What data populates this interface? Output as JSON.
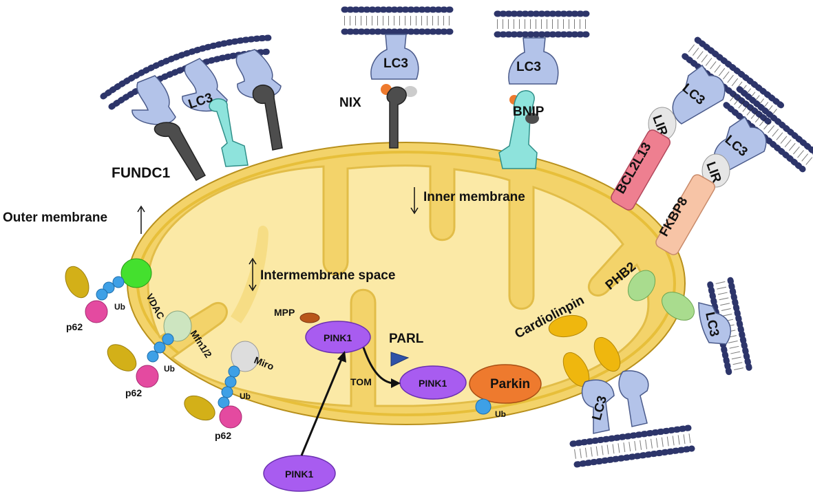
{
  "labels": {
    "fundc1": "FUNDC1",
    "outer_membrane": "Outer membrane",
    "inner_membrane": "Inner membrane",
    "intermembrane_space": "Intermembrane space",
    "nix": "NIX",
    "bnip": "BNIP",
    "lc3": "LC3",
    "lir": "LIR",
    "bcl2l13": "BCL2L13",
    "fkbp8": "FKBP8",
    "phb2": "PHB2",
    "cardiolipin": "Cardiolinpin",
    "vdac": "VDAC",
    "mfn": "Mfn1/2",
    "miro": "Miro",
    "ub": "Ub",
    "p62": "p62",
    "mpp": "MPP",
    "parl": "PARL",
    "tom": "TOM",
    "pink1": "PINK1",
    "parkin": "Parkin"
  },
  "colors": {
    "outer_membrane": "#f3d36a",
    "matrix": "#fbe9a6",
    "membrane_edge": "#b8901c",
    "lc3": "#b3c3e9",
    "lc3_edge": "#4a5a8a",
    "receptor_dark": "#4d4d4d",
    "receptor_teal": "#8ee3dc",
    "vdac": "#44e02e",
    "mfn": "#cde5c0",
    "miro": "#dddddd",
    "ub": "#3ea0e6",
    "p62": "#e44aa0",
    "p62_partner": "#d3b018",
    "pink1": "#a85cf0",
    "parkin": "#ee7a2e",
    "parl": "#2f52a8",
    "mpp": "#b8561a",
    "bcl2l13": "#ee7f90",
    "fkbp8": "#f7c4a6",
    "phb2": "#a9dc8e",
    "cardiolipin": "#efb70e",
    "lipid_head": "#7686c9"
  }
}
